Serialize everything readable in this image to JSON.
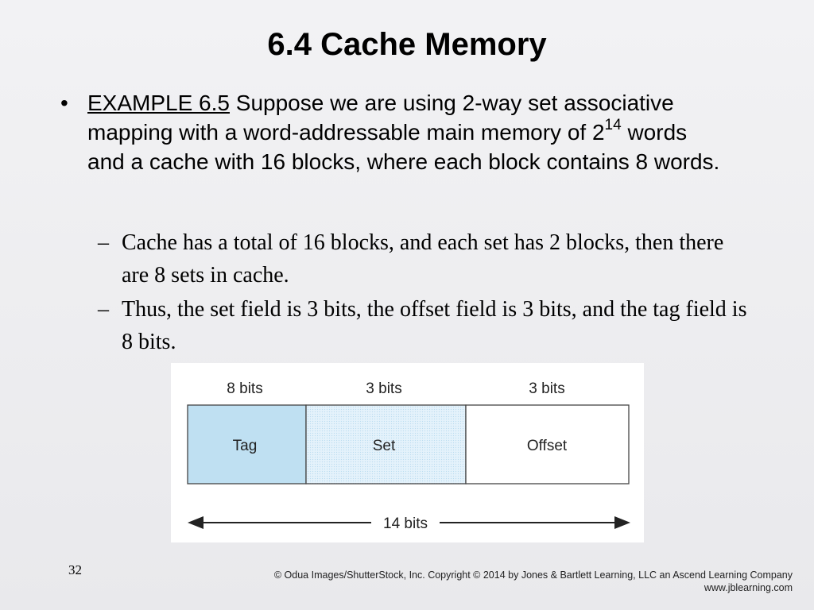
{
  "slide": {
    "title": "6.4 Cache Memory",
    "page_number": "32"
  },
  "bullet": {
    "marker": "•",
    "example_label": "EXAMPLE 6.5",
    "text_part1": " Suppose we are using 2-way set associative mapping with a word-addressable main memory of 2",
    "superscript": "14",
    "text_part2": " words and a cache with 16 blocks, where each block contains 8 words."
  },
  "sub_bullets": [
    {
      "marker": "–",
      "text": "Cache has a total of 16 blocks, and each set has 2 blocks, then there are 8 sets in cache."
    },
    {
      "marker": "–",
      "text": "Thus, the set field is 3 bits, the offset field is 3 bits, and the tag field is 8 bits."
    }
  ],
  "diagram": {
    "fields": [
      {
        "name": "Tag",
        "bits_label": "8 bits",
        "fill": "#bfe0f2"
      },
      {
        "name": "Set",
        "bits_label": "3 bits",
        "fill": "#dff0fa"
      },
      {
        "name": "Offset",
        "bits_label": "3 bits",
        "fill": "#ffffff"
      }
    ],
    "total_label": "14 bits"
  },
  "footer": {
    "copyright_line1": "© Odua Images/ShutterStock, Inc. Copyright © 2014 by Jones & Bartlett Learning, LLC an Ascend Learning Company",
    "copyright_line2": "www.jblearning.com"
  }
}
